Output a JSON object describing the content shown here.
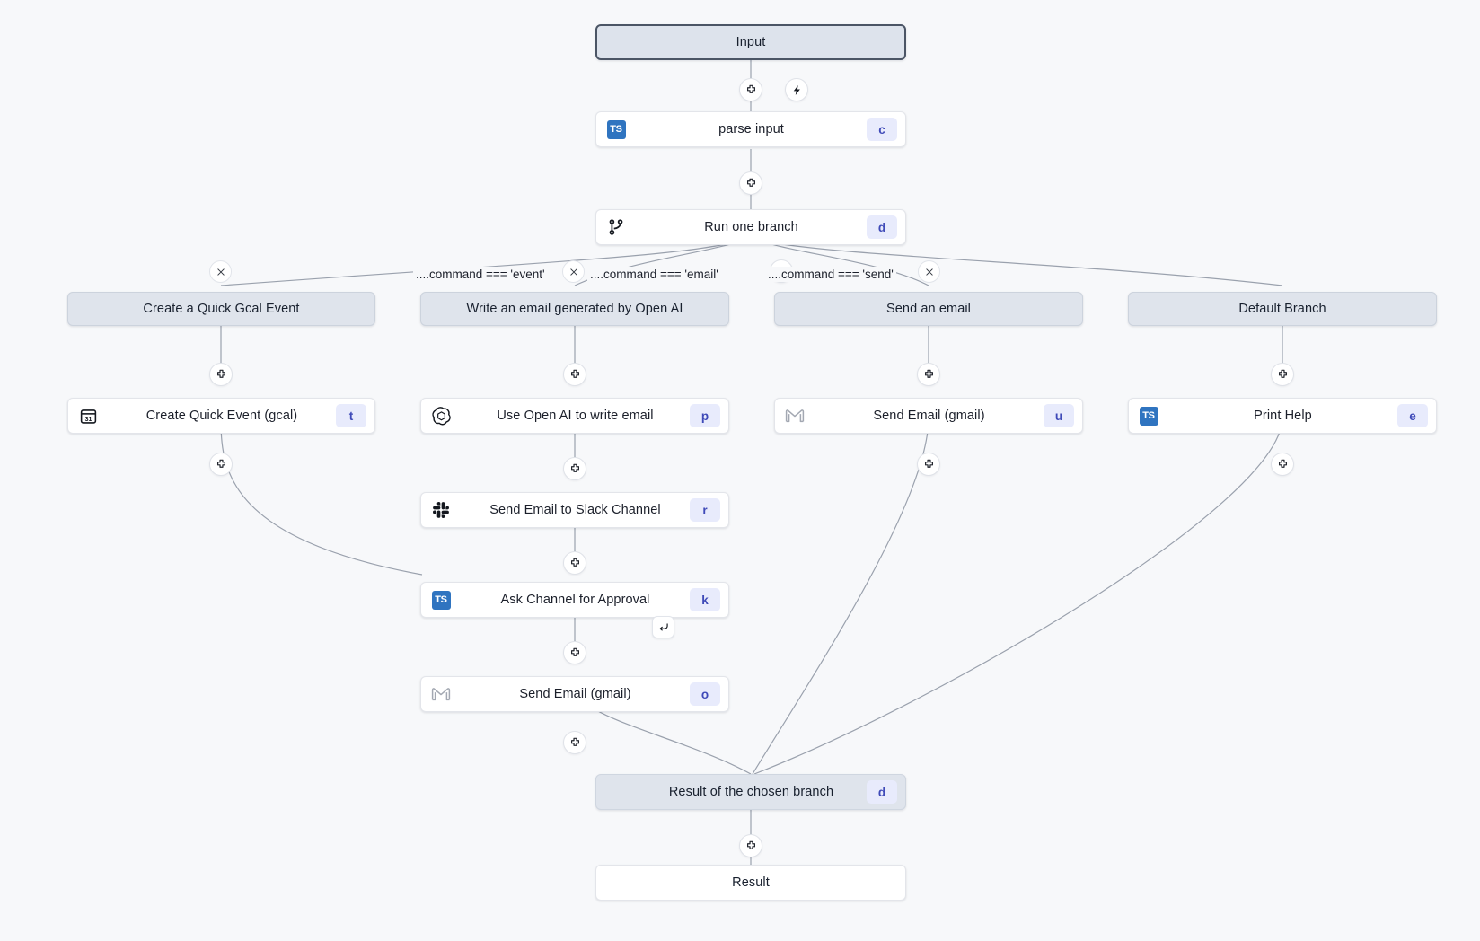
{
  "workflow": {
    "input": {
      "label": "Input"
    },
    "result": {
      "label": "Result"
    },
    "trigger_icon": "lightning-icon",
    "nodes": [
      {
        "id": "parse-input",
        "label": "parse input",
        "badge": "c",
        "icon": "typescript-icon"
      },
      {
        "id": "run-one-branch",
        "label": "Run one branch",
        "badge": "d",
        "icon": "branch-icon"
      },
      {
        "id": "create-quick-event",
        "label": "Create Quick Event (gcal)",
        "badge": "t",
        "icon": "google-calendar-icon"
      },
      {
        "id": "use-open-ai",
        "label": "Use Open AI to write email",
        "badge": "p",
        "icon": "openai-icon"
      },
      {
        "id": "send-email-slack",
        "label": "Send Email to Slack Channel",
        "badge": "r",
        "icon": "slack-icon"
      },
      {
        "id": "ask-approval",
        "label": "Ask Channel for Approval",
        "badge": "k",
        "icon": "typescript-icon"
      },
      {
        "id": "send-email-gmail-o",
        "label": "Send Email (gmail)",
        "badge": "o",
        "icon": "gmail-icon"
      },
      {
        "id": "send-email-gmail-u",
        "label": "Send Email (gmail)",
        "badge": "u",
        "icon": "gmail-icon"
      },
      {
        "id": "print-help",
        "label": "Print Help",
        "badge": "e",
        "icon": "typescript-icon"
      },
      {
        "id": "result-chosen",
        "label": "Result of the chosen branch",
        "badge": "d",
        "icon": ""
      }
    ],
    "branches": [
      {
        "id": "branch-event",
        "header": "Create a Quick Gcal Event",
        "condition": "....command === 'event'"
      },
      {
        "id": "branch-email",
        "header": "Write an email generated by Open AI",
        "condition": "....command === 'email'"
      },
      {
        "id": "branch-send",
        "header": "Send an email",
        "condition": "....command === 'send'"
      },
      {
        "id": "branch-default",
        "header": "Default Branch",
        "condition": ""
      }
    ],
    "icons": {
      "add": "plus-icon",
      "remove": "close-icon",
      "add_branch": "add-branch-icon",
      "suspend": "suspend-resume-icon"
    },
    "colors": {
      "canvas": "#f7f8fa",
      "node_bg": "#ffffff",
      "terminal_bg": "#dfe4ec",
      "badge_bg": "#e8ebfc",
      "badge_text": "#3f4ab8",
      "edge": "#9aa1ad",
      "ts_blue": "#2f74c0"
    }
  }
}
